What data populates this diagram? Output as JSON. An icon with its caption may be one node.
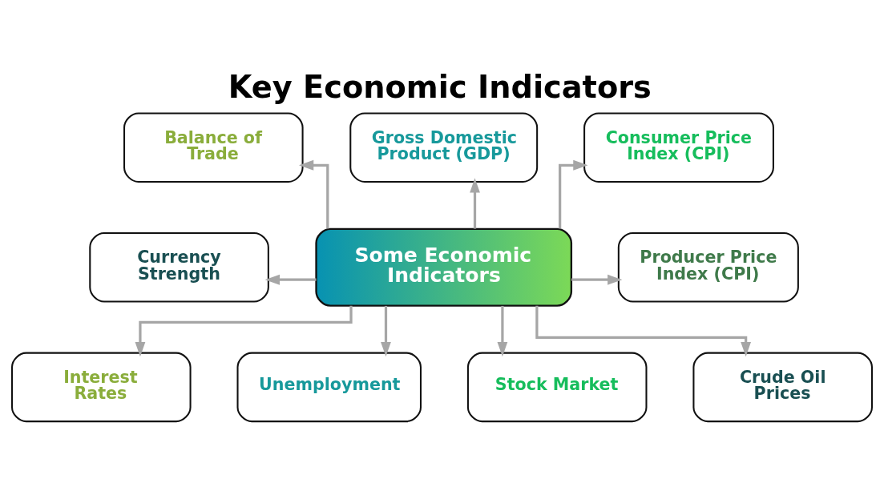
{
  "diagram": {
    "title": "Key Economic Indicators",
    "nodes": [
      {
        "text": [
          "Balance of Trade"
        ]
      },
      {
        "text": [
          "Gross Domestic Product (GDP)"
        ]
      },
      {
        "text": [
          "Consumer Price Index (CPI)"
        ]
      },
      {
        "text": [
          "Currency Strength"
        ]
      },
      {
        "text": [
          "Some Economic Indicators"
        ]
      },
      {
        "text": [
          "Producer Price Index (CPI)"
        ]
      },
      {
        "text": [
          "Interest Rates"
        ]
      },
      {
        "text": [
          "Unemployment"
        ]
      },
      {
        "text": [
          "Stock Market"
        ]
      },
      {
        "text": [
          "Crude Oil Prices"
        ]
      }
    ],
    "edges": [
      {
        "from": 4,
        "to": 0,
        "arrow": "to"
      },
      {
        "from": 4,
        "to": 1,
        "arrow": "to"
      },
      {
        "from": 4,
        "to": 2,
        "arrow": "to"
      },
      {
        "from": 4,
        "to": 3,
        "arrow": "to"
      },
      {
        "from": 4,
        "to": 5,
        "arrow": "to"
      },
      {
        "from": 4,
        "to": 6,
        "arrow": "to"
      },
      {
        "from": 4,
        "to": 7,
        "arrow": "to"
      },
      {
        "from": 4,
        "to": 8,
        "arrow": "to"
      },
      {
        "from": 4,
        "to": 9,
        "arrow": "to"
      }
    ]
  }
}
